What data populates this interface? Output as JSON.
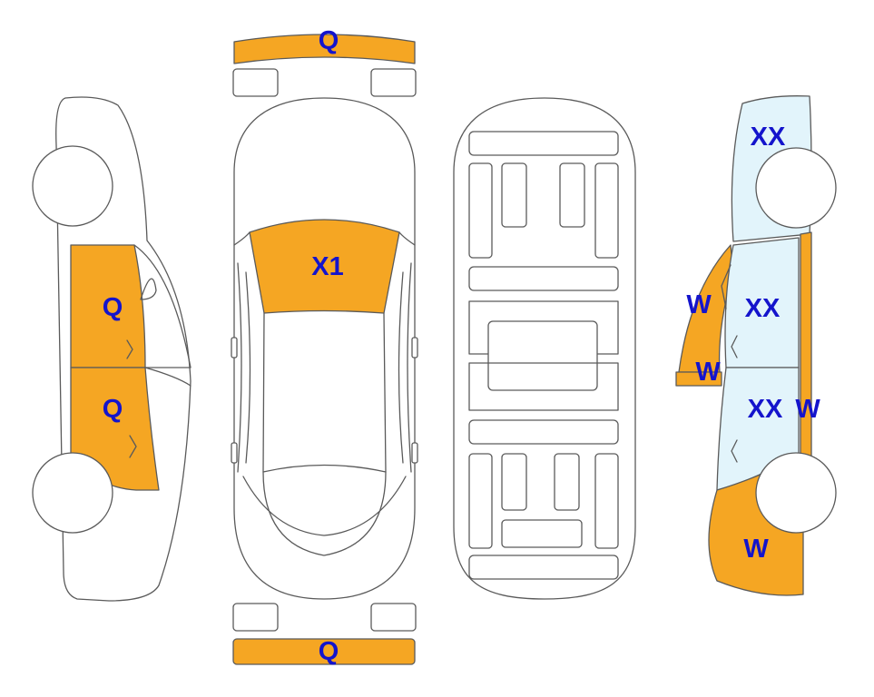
{
  "colors": {
    "damage_orange": "#F5A623",
    "glass_light_blue": "#E2F4FB",
    "label_blue": "#1414CC",
    "outline": "#5A5A5A"
  },
  "labels": {
    "front_bumper": "Q",
    "rear_bumper": "Q",
    "left_front_door": "Q",
    "left_rear_door": "Q",
    "hood": "X1",
    "right_front_fender": "XX",
    "right_front_door": "XX",
    "right_rear_door": "XX",
    "right_a_pillar": "W",
    "right_b_pillar": "W",
    "right_rocker": "W",
    "right_rear_quarter": "W"
  }
}
